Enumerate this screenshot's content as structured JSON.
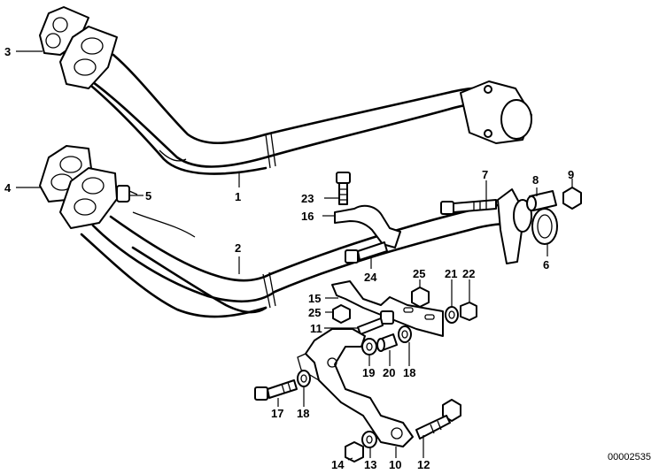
{
  "diagram": {
    "labels": {
      "l1": "1",
      "l2": "2",
      "l3": "3",
      "l4": "4",
      "l5": "5",
      "l6": "6",
      "l7": "7",
      "l8": "8",
      "l9": "9",
      "l10": "10",
      "l11": "11",
      "l12": "12",
      "l13": "13",
      "l14": "14",
      "l15": "15",
      "l16": "16",
      "l17": "17",
      "l18a": "18",
      "l18b": "18",
      "l19": "19",
      "l20": "20",
      "l21": "21",
      "l22": "22",
      "l23": "23",
      "l24": "24",
      "l25a": "25",
      "l25b": "25"
    },
    "reference_number": "00002535"
  }
}
